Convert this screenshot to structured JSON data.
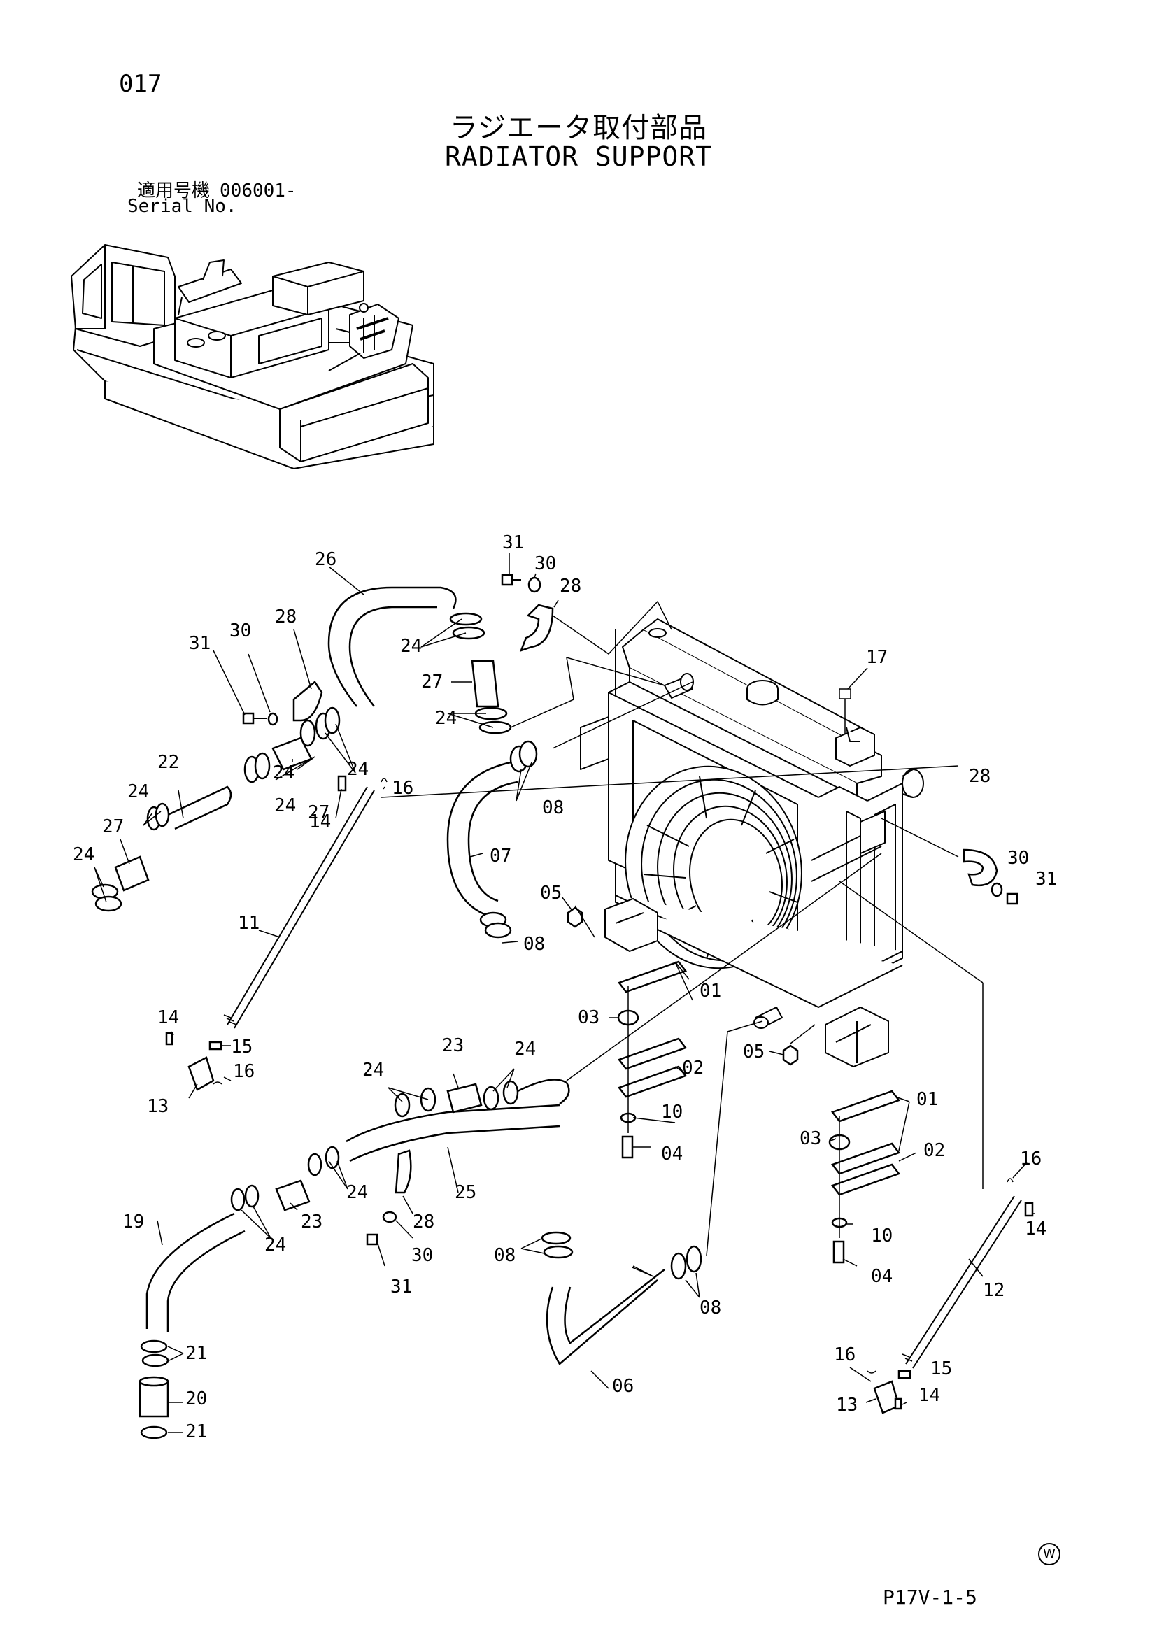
{
  "header": {
    "page_number": "017",
    "title_jp": "ラジエータ取付部品",
    "title_en": "RADIATOR SUPPORT",
    "serial_label_jp": "適用号機",
    "serial_label_en": "Serial No.",
    "serial_value": "006001-"
  },
  "callouts": [
    {
      "id": "c26a",
      "label": "26"
    },
    {
      "id": "c31a",
      "label": "31"
    },
    {
      "id": "c30a",
      "label": "30"
    },
    {
      "id": "c28a",
      "label": "28"
    },
    {
      "id": "c31b",
      "label": "31"
    },
    {
      "id": "c30b",
      "label": "30"
    },
    {
      "id": "c28b",
      "label": "28"
    },
    {
      "id": "c24a",
      "label": "24"
    },
    {
      "id": "c27a",
      "label": "27"
    },
    {
      "id": "c24b",
      "label": "24"
    },
    {
      "id": "c17",
      "label": "17"
    },
    {
      "id": "c24c",
      "label": "24"
    },
    {
      "id": "c22",
      "label": "22"
    },
    {
      "id": "c24d",
      "label": "24"
    },
    {
      "id": "c27b",
      "label": "27"
    },
    {
      "id": "c24e",
      "label": "24"
    },
    {
      "id": "c16a",
      "label": "16"
    },
    {
      "id": "c14a",
      "label": "14"
    },
    {
      "id": "c24f",
      "label": "24"
    },
    {
      "id": "c27c",
      "label": "27"
    },
    {
      "id": "c24g",
      "label": "24"
    },
    {
      "id": "c08a",
      "label": "08"
    },
    {
      "id": "c07",
      "label": "07"
    },
    {
      "id": "c28c",
      "label": "28"
    },
    {
      "id": "c30c",
      "label": "30"
    },
    {
      "id": "c31c",
      "label": "31"
    },
    {
      "id": "c05a",
      "label": "05"
    },
    {
      "id": "c08b",
      "label": "08"
    },
    {
      "id": "c11",
      "label": "11"
    },
    {
      "id": "c01a",
      "label": "01"
    },
    {
      "id": "c03a",
      "label": "03"
    },
    {
      "id": "c14b",
      "label": "14"
    },
    {
      "id": "c15a",
      "label": "15"
    },
    {
      "id": "c23a",
      "label": "23"
    },
    {
      "id": "c24h",
      "label": "24"
    },
    {
      "id": "c24i",
      "label": "24"
    },
    {
      "id": "c05b",
      "label": "05"
    },
    {
      "id": "c02a",
      "label": "02"
    },
    {
      "id": "c16b",
      "label": "16"
    },
    {
      "id": "c13a",
      "label": "13"
    },
    {
      "id": "c10a",
      "label": "10"
    },
    {
      "id": "c01b",
      "label": "01"
    },
    {
      "id": "c04a",
      "label": "04"
    },
    {
      "id": "c03b",
      "label": "03"
    },
    {
      "id": "c02b",
      "label": "02"
    },
    {
      "id": "c16c",
      "label": "16"
    },
    {
      "id": "c24j",
      "label": "24"
    },
    {
      "id": "c25",
      "label": "25"
    },
    {
      "id": "c19",
      "label": "19"
    },
    {
      "id": "c23b",
      "label": "23"
    },
    {
      "id": "c28d",
      "label": "28"
    },
    {
      "id": "c10b",
      "label": "10"
    },
    {
      "id": "c14c",
      "label": "14"
    },
    {
      "id": "c24k",
      "label": "24"
    },
    {
      "id": "c30d",
      "label": "30"
    },
    {
      "id": "c08c",
      "label": "08"
    },
    {
      "id": "c04b",
      "label": "04"
    },
    {
      "id": "c31d",
      "label": "31"
    },
    {
      "id": "c08d",
      "label": "08"
    },
    {
      "id": "c12",
      "label": "12"
    },
    {
      "id": "c21a",
      "label": "21"
    },
    {
      "id": "c06",
      "label": "06"
    },
    {
      "id": "c16d",
      "label": "16"
    },
    {
      "id": "c15b",
      "label": "15"
    },
    {
      "id": "c20",
      "label": "20"
    },
    {
      "id": "c13b",
      "label": "13"
    },
    {
      "id": "c14d",
      "label": "14"
    },
    {
      "id": "c21b",
      "label": "21"
    }
  ],
  "footer": {
    "watermark": "W",
    "drawing_code": "P17V-1-5"
  }
}
